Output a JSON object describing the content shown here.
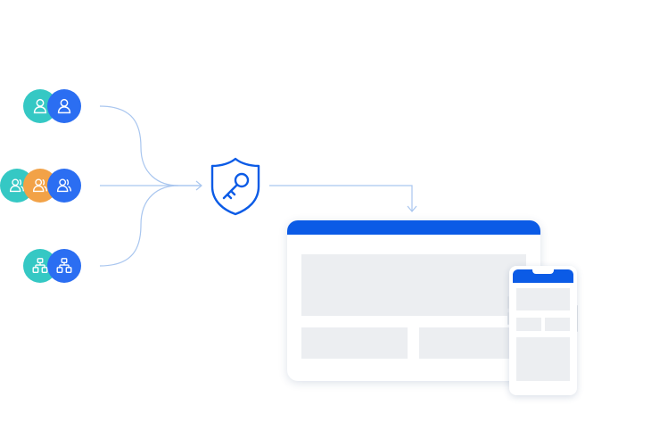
{
  "colors": {
    "teal": "#35c8c4",
    "blue": "#2b6ef2",
    "orange": "#f2a247",
    "brand": "#0b5be6",
    "connector": "#a9c6ef",
    "placeholder": "#eceef1"
  },
  "groups": [
    {
      "name": "users",
      "avatars": [
        {
          "color": "teal",
          "icon": "user-icon"
        },
        {
          "color": "blue",
          "icon": "user-icon"
        }
      ]
    },
    {
      "name": "teams",
      "avatars": [
        {
          "color": "teal",
          "icon": "users-icon"
        },
        {
          "color": "orange",
          "icon": "users-icon"
        },
        {
          "color": "blue",
          "icon": "users-icon"
        }
      ]
    },
    {
      "name": "organizations",
      "avatars": [
        {
          "color": "teal",
          "icon": "org-chart-icon"
        },
        {
          "color": "blue",
          "icon": "org-chart-icon"
        }
      ]
    }
  ],
  "center_icon": "shield-key-icon",
  "targets": [
    "browser-window",
    "mobile-phone"
  ]
}
